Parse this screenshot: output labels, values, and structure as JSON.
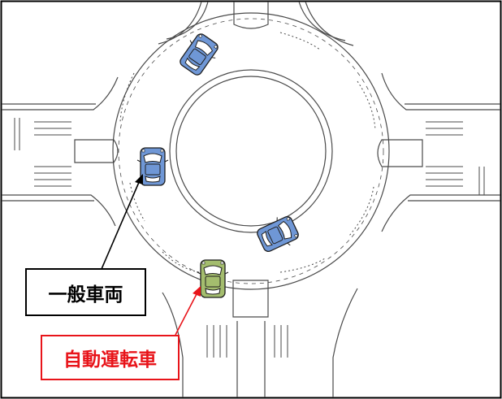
{
  "labels": {
    "normal_vehicle": "一般車両",
    "autonomous_vehicle": "自動運転車"
  },
  "colors": {
    "normal_vehicle_label": "#000000",
    "autonomous_vehicle_label": "#e8141a",
    "normal_vehicle_car": "#6f97d6",
    "autonomous_vehicle_car": "#a4bd6e",
    "road_lines": "#4a4a4a"
  },
  "vehicles": [
    {
      "kind": "normal",
      "icon": "car-top-view-icon",
      "color": "#6f97d6"
    },
    {
      "kind": "normal",
      "icon": "car-top-view-icon",
      "color": "#6f97d6"
    },
    {
      "kind": "normal",
      "icon": "car-top-view-icon",
      "color": "#6f97d6"
    },
    {
      "kind": "autonomous",
      "icon": "car-top-view-icon",
      "color": "#a4bd6e"
    }
  ]
}
